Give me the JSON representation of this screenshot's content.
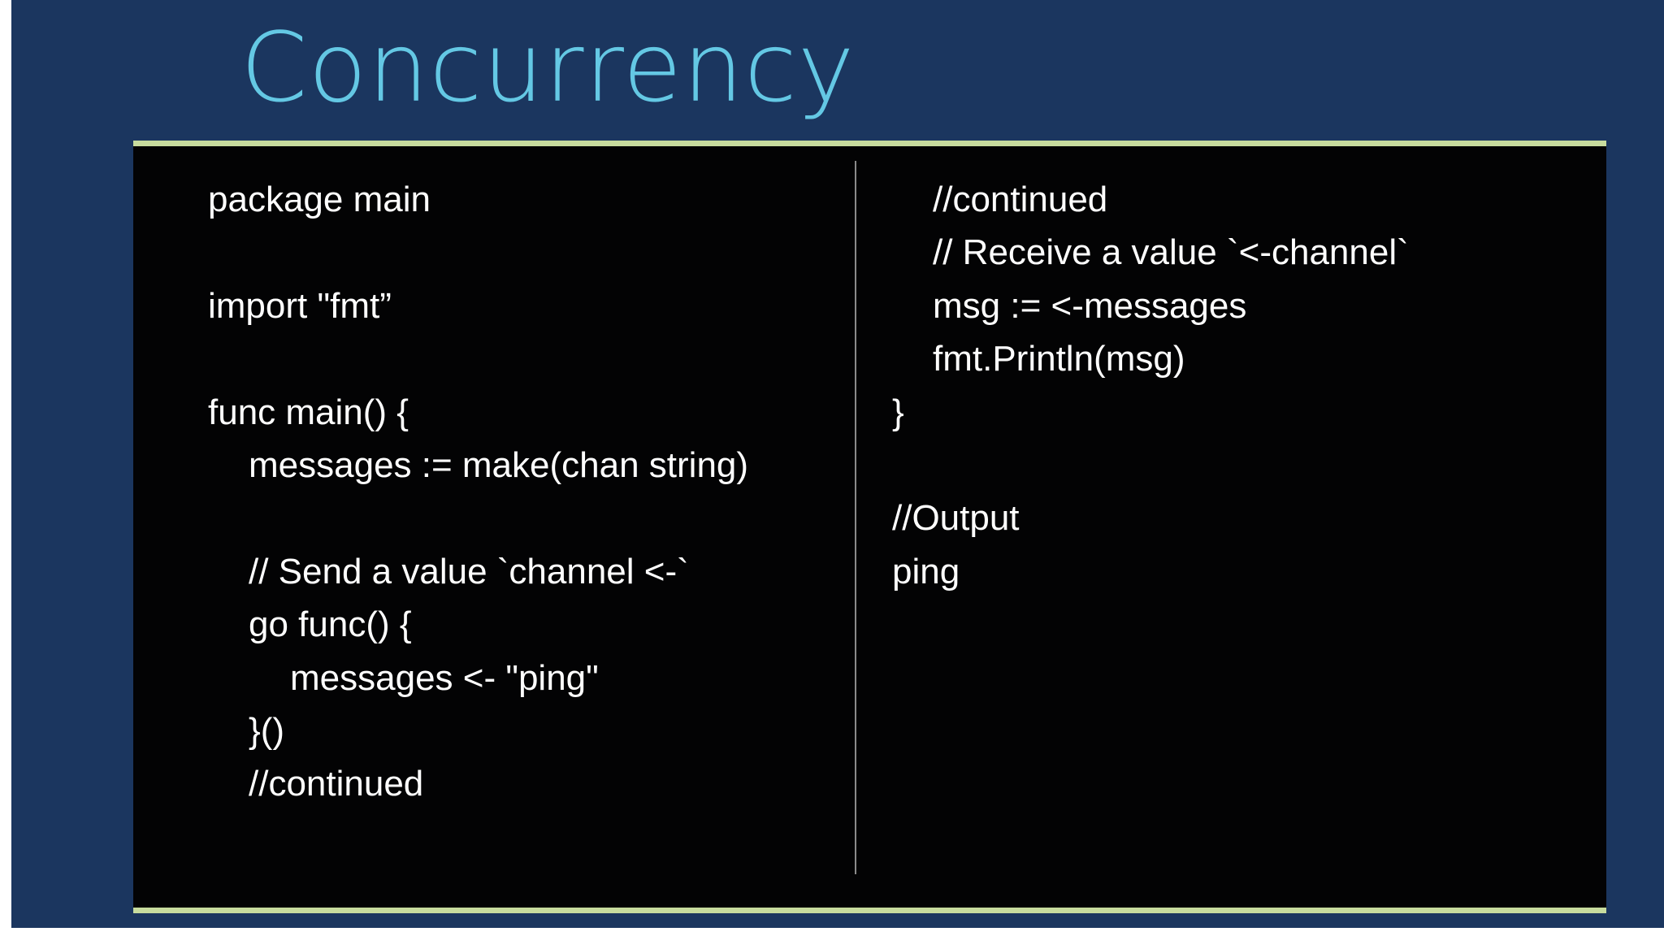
{
  "slide": {
    "title": "Concurrency"
  },
  "code_left": [
    {
      "text": "package main",
      "indent": 0
    },
    {
      "text": "",
      "indent": 0
    },
    {
      "text": "import \"fmt”",
      "indent": 0
    },
    {
      "text": "",
      "indent": 0
    },
    {
      "text": "func main() {",
      "indent": 0
    },
    {
      "text": "messages := make(chan string)",
      "indent": 1
    },
    {
      "text": "",
      "indent": 0
    },
    {
      "text": "// Send a value `channel <-`",
      "indent": 1
    },
    {
      "text": "go func() {",
      "indent": 1
    },
    {
      "text": "messages <- \"ping\"",
      "indent": 2
    },
    {
      "text": "}()",
      "indent": 1
    },
    {
      "text": "//continued",
      "indent": 1
    }
  ],
  "code_right": [
    {
      "text": "//continued",
      "indent": 1
    },
    {
      "text": "// Receive a value `<-channel`",
      "indent": 1
    },
    {
      "text": "msg := <-messages",
      "indent": 1
    },
    {
      "text": "fmt.Println(msg)",
      "indent": 1
    },
    {
      "text": "}",
      "indent": 0
    },
    {
      "text": "",
      "indent": 0
    },
    {
      "text": "//Output",
      "indent": 0
    },
    {
      "text": "ping",
      "indent": 0
    }
  ],
  "colors": {
    "slide_background": "#1b365f",
    "title": "#64c8e4",
    "rule": "#c8dc9e",
    "code_background": "#030304",
    "code_text": "#ffffff"
  }
}
